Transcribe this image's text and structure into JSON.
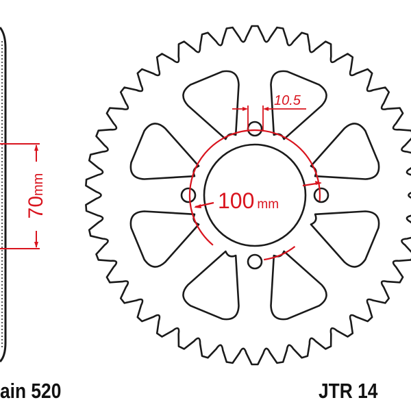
{
  "drawing": {
    "teeth_count": 42,
    "cutout_count": 8,
    "bolt_hole_count": 4,
    "colors": {
      "outline": "#1a1a1a",
      "dimension": "#d9141e",
      "background": "#ffffff"
    }
  },
  "dimensions": {
    "bolt_hole_gap": "10.5",
    "pcd_value": "100",
    "pcd_unit": "mm",
    "hub_width_value": "70",
    "hub_width_unit": "mm"
  },
  "labels": {
    "chain": "ain 520",
    "model": "JTR 14"
  }
}
